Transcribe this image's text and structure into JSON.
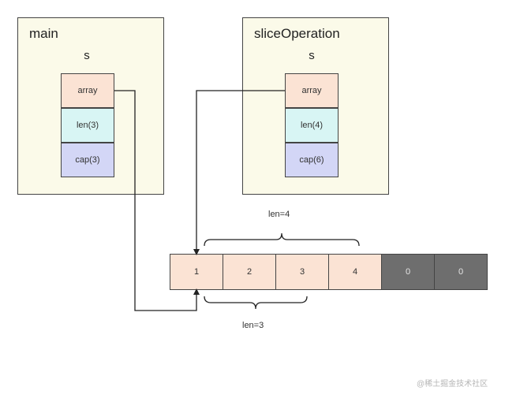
{
  "main_frame": {
    "title": "main",
    "variable": "s",
    "fields": [
      "array",
      "len(3)",
      "cap(3)"
    ]
  },
  "slice_frame": {
    "title": "sliceOperation",
    "variable": "s",
    "fields": [
      "array",
      "len(4)",
      "cap(6)"
    ]
  },
  "array": {
    "cells": [
      "1",
      "2",
      "3",
      "4",
      "0",
      "0"
    ]
  },
  "labels": {
    "len_outer": "len=4",
    "len_inner": "len=3"
  },
  "watermark": "@稀土掘金技术社区",
  "colors": {
    "frame_bg": "#fbfae9",
    "array_field": "#fbe3d4",
    "len_field": "#d8f5f4",
    "cap_field": "#d3d6f6",
    "used_cell": "#fbe3d4",
    "unused_cell": "#6e6e6e"
  }
}
